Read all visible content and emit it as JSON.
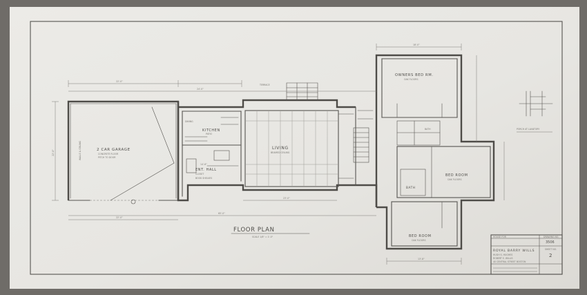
{
  "drawing": {
    "title": "FLOOR PLAN",
    "scale_note": "SCALE 1/8\" = 1'-0\"",
    "top_label": "TERRACE",
    "rooms": {
      "garage": "2 CAR GARAGE",
      "kitchen": "KITCHEN",
      "entry": "ENT. HALL",
      "living": "LIVING",
      "owners_bed": "OWNERS BED RM.",
      "bed_rm_1": "BED ROOM",
      "bed_rm_2": "BED ROOM",
      "bath": "BATH"
    },
    "dimensions": {
      "top_1": "22'-0\"",
      "top_2": "24'-0\"",
      "bottom_overall": "65'-0\"",
      "garage_bottom": "22'-0\"",
      "bedroom_bottom": "13'-8\"",
      "owners_top": "18'-0\"",
      "garage_side": "22'-0\"",
      "kitchen_dim": "14'-6\"",
      "living_bottom": "23'-0\""
    },
    "side_detail": "PORCH AT LAVATORY"
  },
  "title_block": {
    "drawing_no_label": "DRAWING NO.",
    "drawing_no": "3506",
    "sheet_no_label": "SHEET NO.",
    "sheet_no": "2",
    "name": "ROYAL BARRY WILLS",
    "architect_line1": "HUGH S. HUGHES",
    "architect_line2": "ROBERT E. WILLIS",
    "address": "40 CENTRAL STREET BOSTON"
  }
}
